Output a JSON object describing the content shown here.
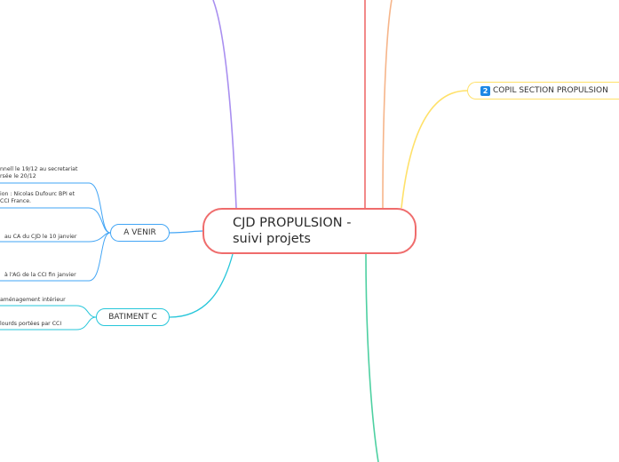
{
  "central_topic": {
    "title": "CJD PROPULSION -\nsuivi projets"
  },
  "branches": {
    "copil": {
      "number": "2",
      "label": "COPIL SECTION PROPULSION"
    },
    "a_venir": {
      "label": "A VENIR",
      "leaves": [
        {
          "line1": "nnell le 19/12 au secretariat",
          "line2": "rsée le 20/12"
        },
        {
          "line1": "ion : Nicolas Dufourc BPI et",
          "line2": "CCI France."
        },
        {
          "line1": "au CA du CJD le 10 janvier"
        },
        {
          "line1": "à l'AG de la CCI fin janvier"
        }
      ]
    },
    "batiment_c": {
      "label": "BATIMENT C",
      "leaves": [
        {
          "line1": "aménagement intérieur"
        },
        {
          "line1": "lourds portées par CCI"
        }
      ]
    }
  },
  "colors": {
    "central_border": "#ef6c6c",
    "purple_branch": "#a98ff0",
    "red_branch": "#ef6c6c",
    "orange_branch": "#f6b58a",
    "yellow_branch": "#ffe169",
    "blue_branch": "#42a5f5",
    "cyan_branch": "#26c6da",
    "green_branch": "#4dd0a1"
  }
}
